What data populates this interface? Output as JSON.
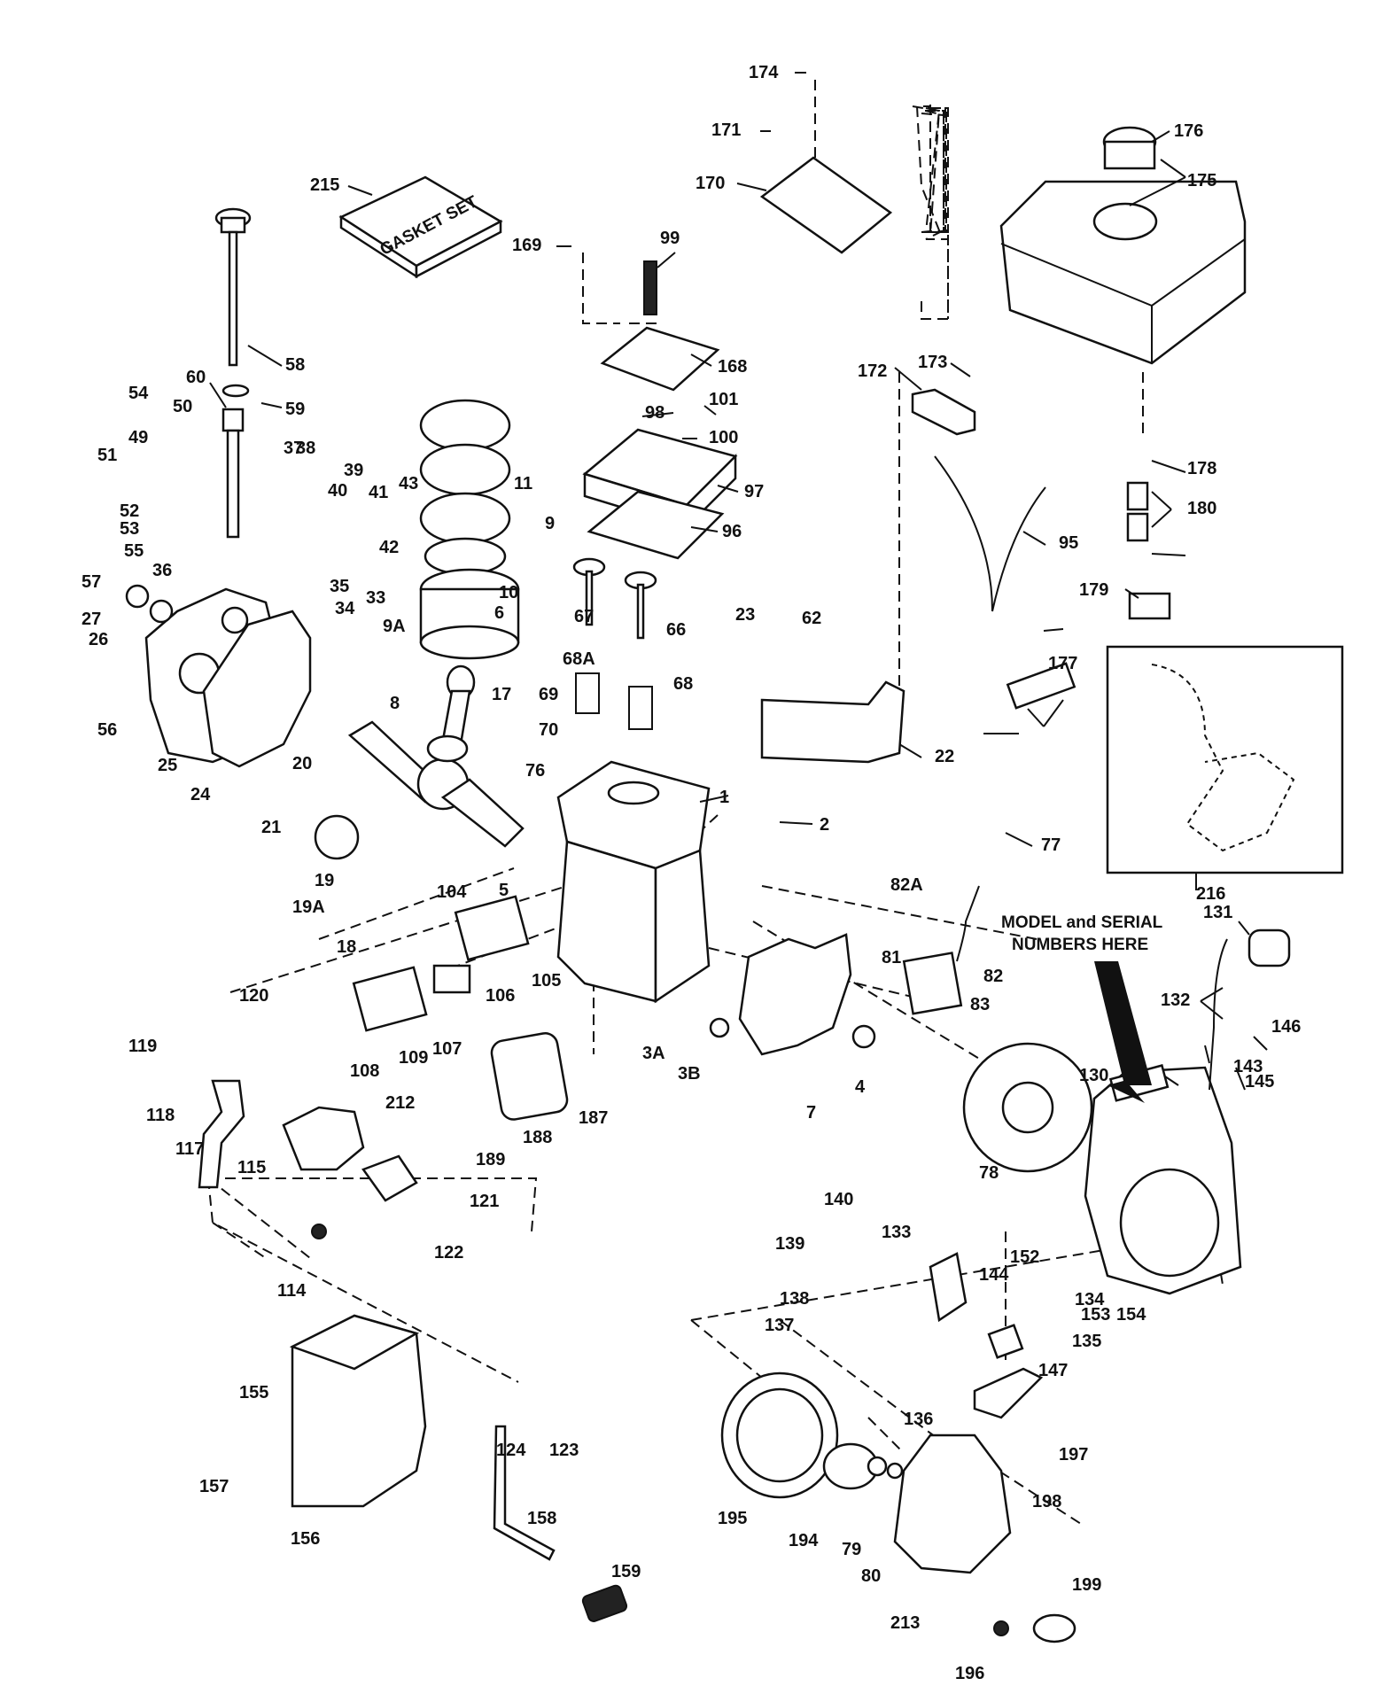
{
  "gasket_set_text": "GASKET SET",
  "model_serial_note": [
    "MODEL and SERIAL",
    "NUMBERS HERE"
  ],
  "labels": [
    "174",
    "171",
    "170",
    "169",
    "99",
    "168",
    "215",
    "176",
    "175",
    "58",
    "59",
    "60",
    "54",
    "50",
    "51",
    "49",
    "52",
    "53",
    "55",
    "57",
    "27",
    "26",
    "36",
    "37",
    "38",
    "39",
    "40",
    "41",
    "43",
    "42",
    "35",
    "33",
    "34",
    "11",
    "9",
    "10",
    "6",
    "9A",
    "98",
    "101",
    "100",
    "97",
    "96",
    "172",
    "173",
    "95",
    "178",
    "180",
    "179",
    "177",
    "67",
    "66",
    "68A",
    "68",
    "69",
    "70",
    "23",
    "62",
    "22",
    "56",
    "25",
    "24",
    "8",
    "17",
    "20",
    "76",
    "21",
    "1",
    "2",
    "77",
    "216",
    "19",
    "19A",
    "18",
    "104",
    "5",
    "105",
    "106",
    "107",
    "108",
    "109",
    "82A",
    "81",
    "82",
    "83",
    "3A",
    "3B",
    "4",
    "7",
    "131",
    "132",
    "146",
    "143",
    "145",
    "130",
    "120",
    "119",
    "118",
    "117",
    "115",
    "212",
    "187",
    "188",
    "189",
    "121",
    "122",
    "114",
    "78",
    "140",
    "139",
    "133",
    "152",
    "144",
    "134",
    "153",
    "154",
    "138",
    "137",
    "135",
    "147",
    "136",
    "155",
    "124",
    "123",
    "157",
    "156",
    "158",
    "159",
    "197",
    "198",
    "195",
    "194",
    "79",
    "80",
    "213",
    "199",
    "196"
  ]
}
